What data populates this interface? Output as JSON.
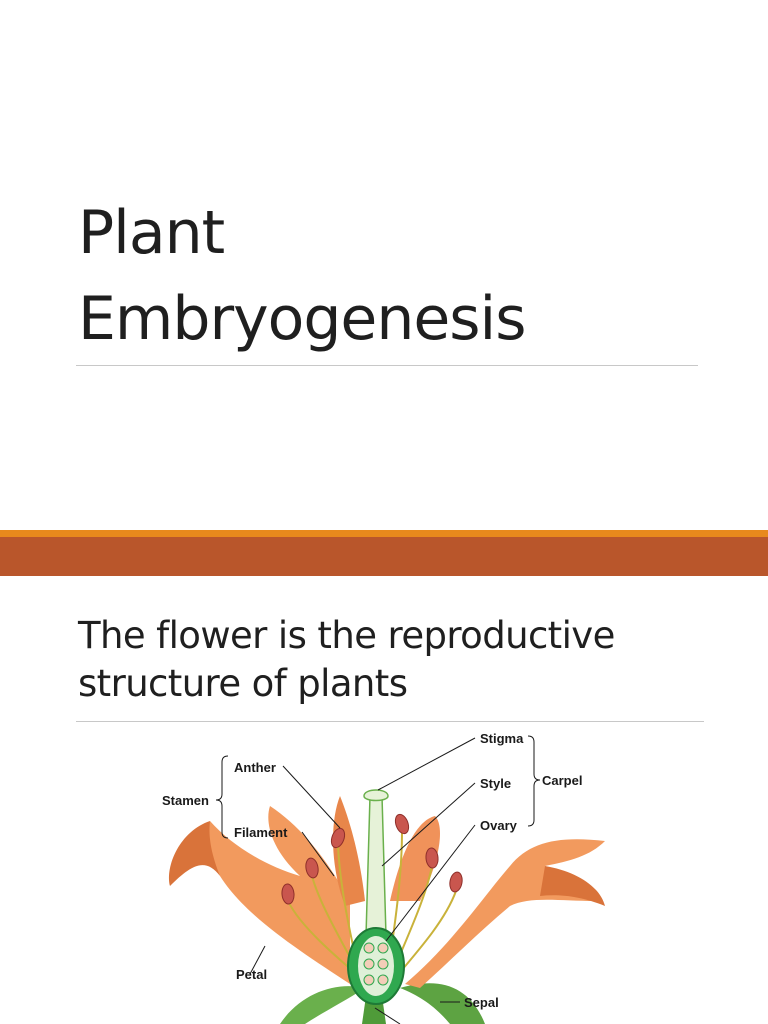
{
  "slide1": {
    "title_line1": "Plant",
    "title_line2": "Embryogenesis"
  },
  "slide2": {
    "title_line1": "The flower is the reproductive",
    "title_line2": "structure of plants",
    "diagram_labels": {
      "stigma": "Stigma",
      "style": "Style",
      "ovary": "Ovary",
      "carpel": "Carpel",
      "anther": "Anther",
      "filament": "Filament",
      "stamen": "Stamen",
      "petal": "Petal",
      "sepal": "Sepal"
    }
  },
  "colors": {
    "accent_orange": "#e8891c",
    "band_rust": "#b9562b",
    "petal": "#f29a5e",
    "petal_dark": "#d9733a",
    "leaf_green": "#6ab04c",
    "ovary_green": "#2fa84f",
    "anther_red": "#c9564e"
  }
}
